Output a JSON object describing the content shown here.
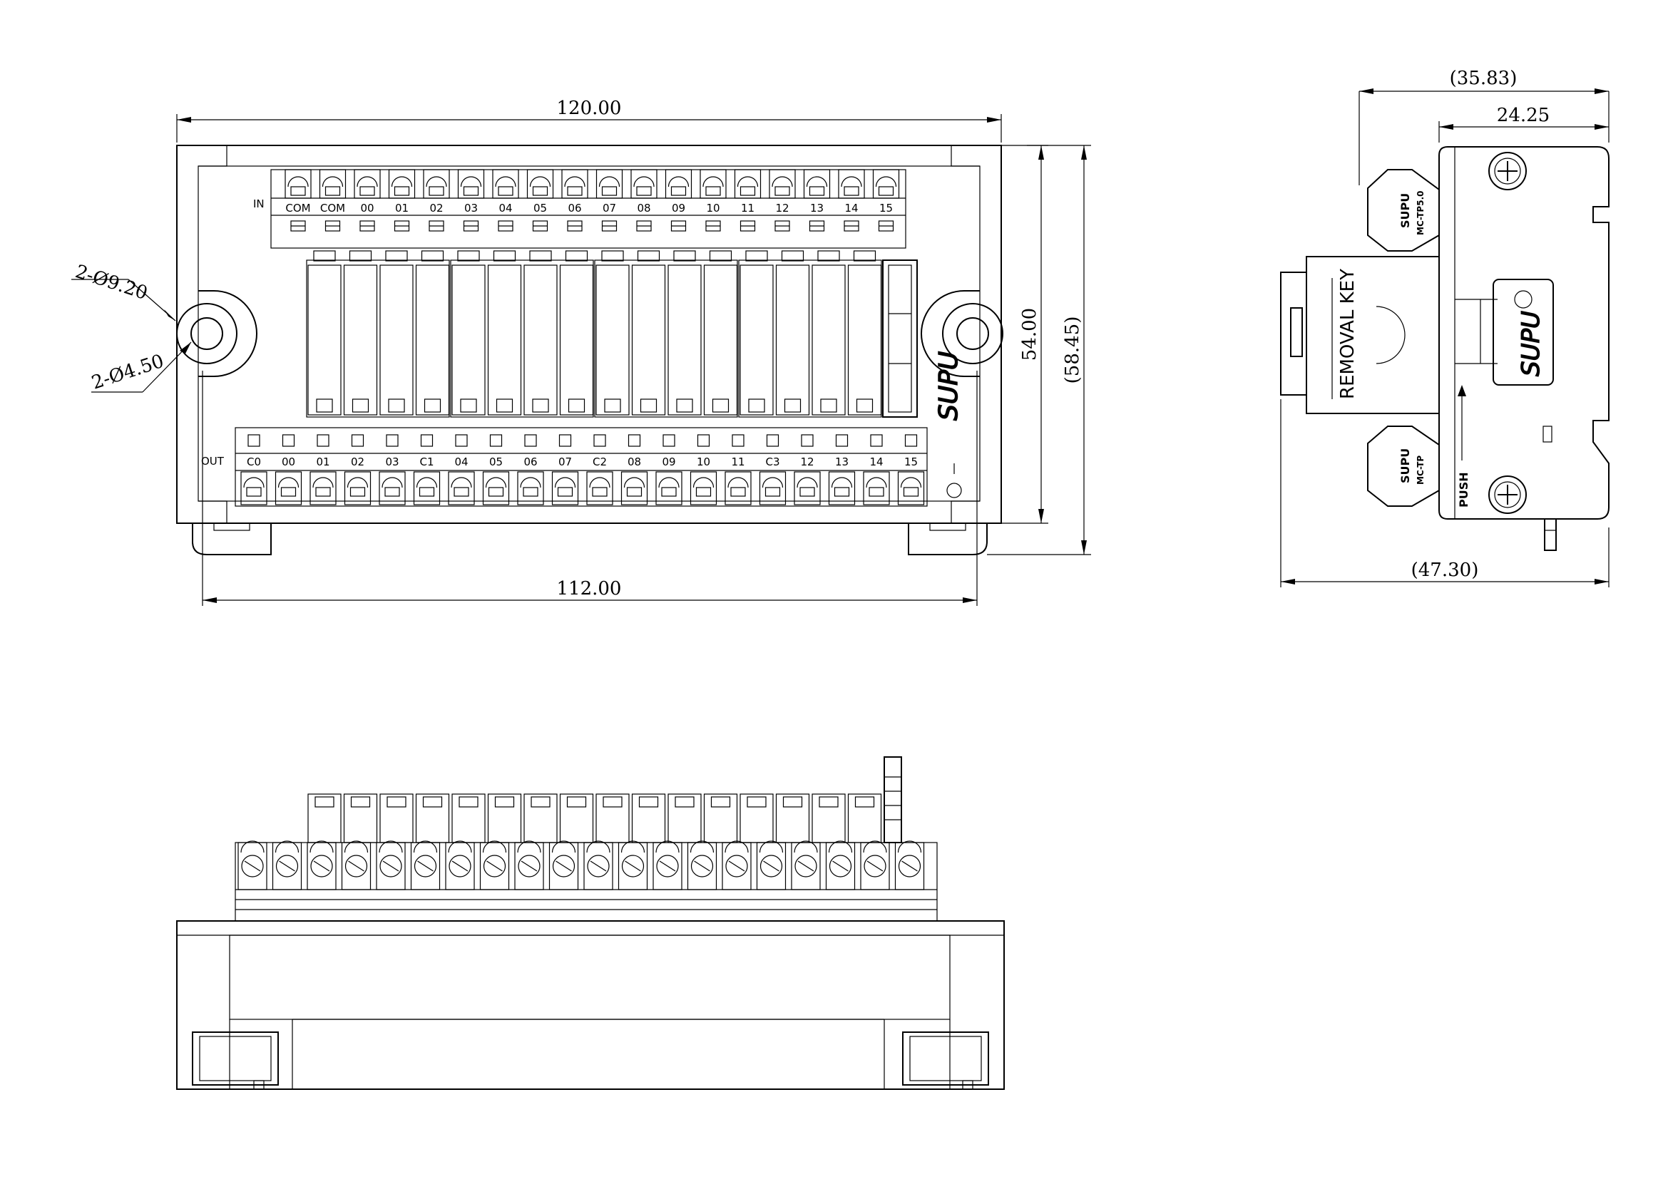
{
  "front_view": {
    "dim_overall_width": "120.00",
    "dim_mount_spacing": "112.00",
    "dim_body_height": "54.00",
    "dim_total_height": "(58.45)",
    "dim_outer_hole": "2-Ø9.20",
    "dim_inner_hole": "2-Ø4.50",
    "in_label": "IN",
    "out_label": "OUT",
    "in_terminals": [
      "COM",
      "COM",
      "00",
      "01",
      "02",
      "03",
      "04",
      "05",
      "06",
      "07",
      "08",
      "09",
      "10",
      "11",
      "12",
      "13",
      "14",
      "15"
    ],
    "out_terminals": [
      "C0",
      "00",
      "01",
      "02",
      "03",
      "C1",
      "04",
      "05",
      "06",
      "07",
      "C2",
      "08",
      "09",
      "10",
      "11",
      "C3",
      "12",
      "13",
      "14",
      "15"
    ],
    "brand": "SUPU"
  },
  "side_view": {
    "dim_top_total": "(35.83)",
    "dim_top_body": "24.25",
    "dim_bottom_total": "(47.30)",
    "removal_key": "REMOVAL KEY",
    "push_label": "PUSH",
    "brand": "SUPU",
    "module_top_model": "MC-TP5.0",
    "module_bottom_model": "MC-TP"
  }
}
